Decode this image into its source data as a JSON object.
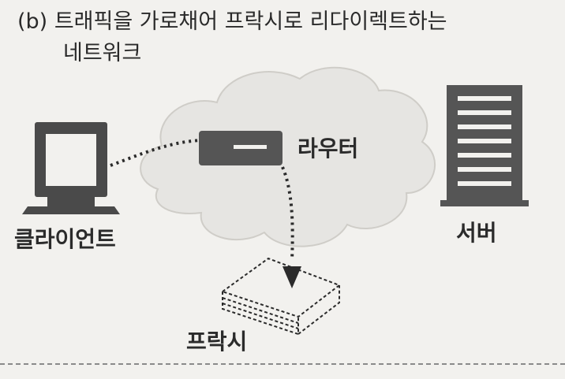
{
  "caption": {
    "label": "(b)",
    "line1": "트래픽을 가로채어 프락시로 리다이렉트하는",
    "line2": "네트워크"
  },
  "nodes": {
    "client": {
      "label": "클라이언트",
      "icon": "computer-icon"
    },
    "router": {
      "label": "라우터",
      "icon": "router-icon"
    },
    "server": {
      "label": "서버",
      "icon": "server-icon"
    },
    "proxy": {
      "label": "프락시",
      "icon": "proxy-box-icon"
    }
  },
  "colors": {
    "ink": "#2b2b2b",
    "icon_fill": "#4a4a4a",
    "cloud_fill": "#e6e5e2",
    "cloud_stroke": "#cfcdc8",
    "background": "#f2f1ee"
  }
}
